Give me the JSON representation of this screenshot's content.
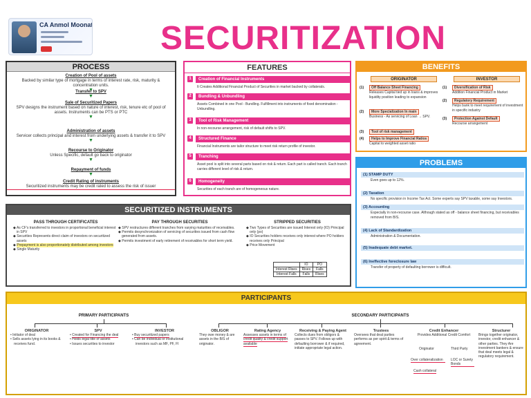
{
  "profile": {
    "name": "CA Anmol Moonat"
  },
  "page_title": "SECURITIZATION",
  "process": {
    "title": "PROCESS",
    "steps": [
      {
        "title": "Creation of Pool of assets",
        "body": "Backed by similar type of mortgage in terms of interest rate, risk, maturity & concentration units."
      },
      {
        "title": "Transfer to SPV",
        "body": ""
      },
      {
        "title": "Sale of Securitized Papers",
        "body": "SPV designs the instrument based on nature of interest, risk, tenure etc of pool of assets. Instruments can be PTS or PTC"
      },
      {
        "title": "Administration of assets",
        "body": "Servicer collects principal and interest from underlying assets & transfer it to SPV"
      },
      {
        "title": "Recourse to Originator",
        "body": "Unless Specific, default go back to originator"
      },
      {
        "title": "Repayment of funds",
        "body": ""
      },
      {
        "title": "Credit Rating of instruments",
        "body": "Securitized instruments may be credit rated to assess the risk of issuer"
      }
    ]
  },
  "features": {
    "title": "FEATURES",
    "items": [
      {
        "num": "1",
        "title": "Creation of Financial Instruments",
        "body": "It Creates Additional Financial Product of Securities in market backed by collaterals."
      },
      {
        "num": "2",
        "title": "Bundling & Unbundling",
        "body": "Assets Combined in one Pool - Bundling. Fulfillment into instruments of fixed denomination - Unbundling."
      },
      {
        "num": "3",
        "title": "Tool of Risk Management",
        "body": "In non-recourse arrangement, risk of default shifts to SPV."
      },
      {
        "num": "4",
        "title": "Structured Finance",
        "body": "Financial Instruments are tailor structure to meet risk return profile of investor."
      },
      {
        "num": "5",
        "title": "Tranching",
        "body": "Asset pool is split into several parts based on risk & return. Each part is called tranch. Each tranch carries different level of risk & return."
      },
      {
        "num": "6",
        "title": "Homogeneity",
        "body": "Securities of each tranch are of homogeneous nature."
      }
    ]
  },
  "benefits": {
    "title": "BENEFITS",
    "originator_header": "ORIGINATOR",
    "investor_header": "INVESTOR",
    "originator": [
      {
        "num": "(1)",
        "title": "Off Balance Sheet Financing",
        "body": "Releases Capital tied up in loans & improves liquidity position leading to expansion"
      },
      {
        "num": "(2)",
        "title": "More Specialization In main",
        "body": "Business - As servicing of Loan → SPV."
      },
      {
        "num": "(3)",
        "title": "Tool of risk management",
        "body": ""
      },
      {
        "num": "(4)",
        "title": "Helps to Improve Financial Ratios",
        "body": "Capital to weighted asset ratio"
      }
    ],
    "investor": [
      {
        "num": "(1)",
        "title": "Diversification of Risk",
        "body": "Addition Financial Product in Market"
      },
      {
        "num": "(2)",
        "title": "Regulatory Requirement",
        "body": "Helps bank to meet requirement of investment in specific industry"
      },
      {
        "num": "(3)",
        "title": "Protection Against Default",
        "body": "Recourse arrangement"
      }
    ]
  },
  "problems": {
    "title": "PROBLEMS",
    "items": [
      {
        "title": "(1) STAMP DUTY",
        "body": "Even goes up to 12%."
      },
      {
        "title": "(2) Taxation",
        "body": "No specific provision in Income Tax Act. Some experts say SPV taxable, some say Investors."
      },
      {
        "title": "(3) Accounting",
        "body": "Especially in non-recourse case. Although stated as off - balance sheet financing, but receivables removed from B/S."
      },
      {
        "title": "(4) Lack of Standardization",
        "body": "Administration & Documentation."
      },
      {
        "title": "(5) Inadequate debt market.",
        "body": ""
      },
      {
        "title": "(6) Ineffective foreclosure law",
        "body": "Transfer of property of defaulting borrower is difficult."
      }
    ]
  },
  "instruments": {
    "title": "SECURITIZED INSTRUMENTS",
    "pass_through": {
      "title": "PASS THROUGH CERTIFICATES",
      "bullets": [
        "As CF's transferred to investors in proportional beneficial interest in SPV",
        "Securities Represents direct claim of investors on securitized assets",
        "Prepayment is also proportionately distributed among investors",
        "Single Maturity"
      ]
    },
    "pay_through": {
      "title": "PAY THROUGH SECURITIES",
      "bullets": [
        "SPV restructures different tranches from varying maturities of receivables.",
        "Permits desynchronization of servicing of securities issued from cash flow generated from assets.",
        "Permits investment of early retirement of receivables for short term yield."
      ]
    },
    "stripped": {
      "title": "STRIPPED SECURITIES",
      "bullets": [
        "Two Types of Securities are issued Interest only (IO) Principal only (po)",
        "IO Securities holders receives only interest where PO holders receives only Principal",
        "Price Movement"
      ],
      "table": {
        "header": [
          "",
          "IO",
          "PO"
        ],
        "rows": [
          [
            "Interest Rises",
            "Rises",
            "Falls"
          ],
          [
            "Interest Falls",
            "Falls",
            "Rises"
          ]
        ]
      }
    }
  },
  "participants": {
    "title": "PARTICIPANTS",
    "primary_title": "PRIMARY PARTICIPANTS",
    "secondary_title": "SECONDARY PARTICIPANTS",
    "primary": [
      {
        "title": "ORIGINATOR",
        "bullets": [
          "Initiator of deal",
          "Sells assets lying in its books & receives fund."
        ]
      },
      {
        "title": "SPV",
        "bullets": [
          "Created for Financing the deal",
          "Holds legal title of assets",
          "Issues securities to investor"
        ]
      },
      {
        "title": "INVESTOR",
        "bullets": [
          "Buy securitized papers",
          "Can be Individual or Institutional investors such as MF, PF, FI"
        ]
      }
    ],
    "secondary": [
      {
        "title": "OBLIGOR",
        "body": "They owe money & are assets in the B/S of originator."
      },
      {
        "title": "Rating Agency",
        "body": "Assesses assets in terms of credit quality & credit support available"
      },
      {
        "title": "Receiving & Paying Agent",
        "body": "Collects dues from obligors & passes to SPV. Follows up with defaulting borrower & if required, initiate appropriate legal action."
      },
      {
        "title": "Trustees",
        "body": "Oversees that deal parties performs as per spirit & terms of agreement."
      },
      {
        "title": "Credit Enhancer",
        "body": "Provides Additional Credit Comfort",
        "sub": [
          "Originator",
          "Third Party",
          "Over collateralization",
          "LOC or Surety Bonds",
          "Cash collateral"
        ]
      },
      {
        "title": "Structurer",
        "body": "Brings together originator, investor, credit enhancer & other parties. They Are investment bankers & ensure that deal meets legal & regulatory requirement."
      }
    ]
  },
  "colors": {
    "title_pink": "#e8308a",
    "features_pink": "#e8308a",
    "benefits_orange": "#f29a1e",
    "problems_blue": "#2f9de8",
    "participants_yellow": "#f7c81d"
  }
}
